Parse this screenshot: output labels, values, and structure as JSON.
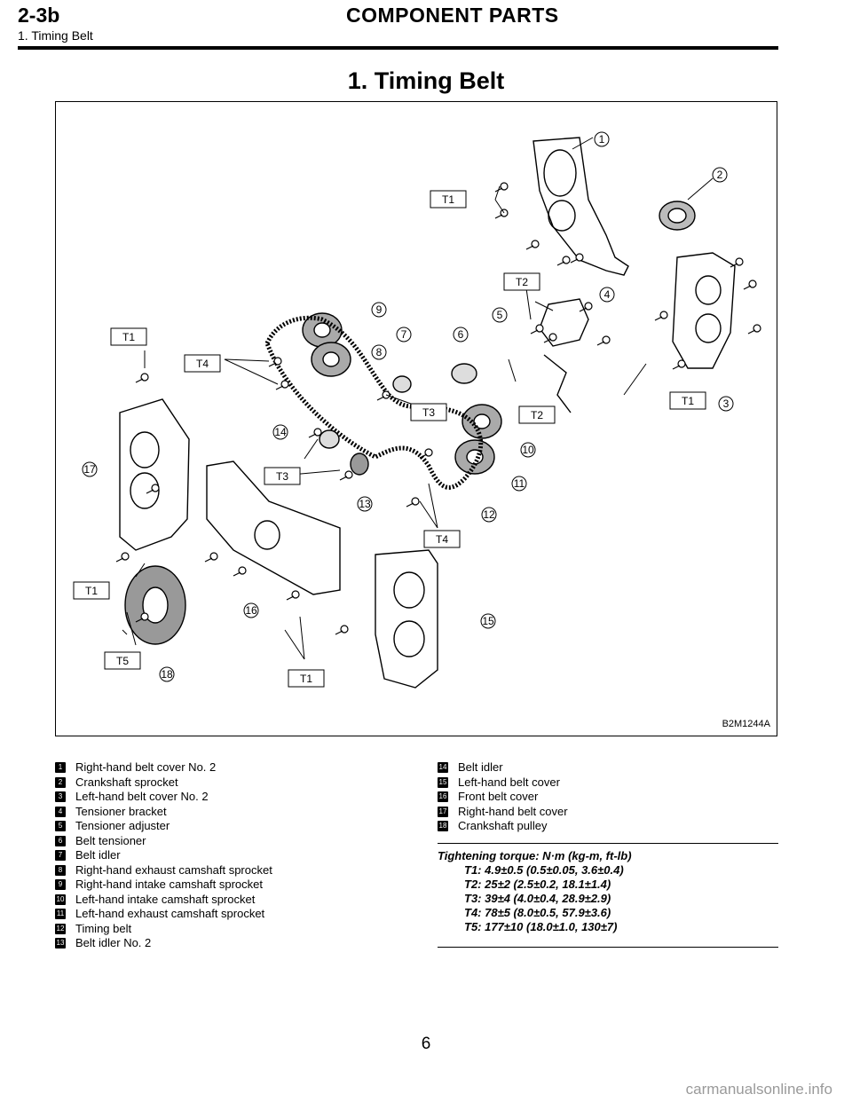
{
  "header": {
    "section": "2-3b",
    "title": "COMPONENT PARTS",
    "subtitle": "1. Timing Belt"
  },
  "page_title": "1. Timing Belt",
  "figure": {
    "code": "B2M1244A",
    "torque_tags": [
      "T1",
      "T2",
      "T3",
      "T4",
      "T5"
    ],
    "part_numbers": [
      "1",
      "2",
      "3",
      "4",
      "5",
      "6",
      "7",
      "8",
      "9",
      "10",
      "11",
      "12",
      "13",
      "14",
      "15",
      "16",
      "17",
      "18"
    ]
  },
  "legend": [
    {
      "num": "1",
      "text": "Right-hand belt cover No. 2"
    },
    {
      "num": "2",
      "text": "Crankshaft sprocket"
    },
    {
      "num": "3",
      "text": "Left-hand belt cover No. 2"
    },
    {
      "num": "4",
      "text": "Tensioner bracket"
    },
    {
      "num": "5",
      "text": "Tensioner adjuster"
    },
    {
      "num": "6",
      "text": "Belt tensioner"
    },
    {
      "num": "7",
      "text": "Belt idler"
    },
    {
      "num": "8",
      "text": "Right-hand exhaust camshaft sprocket"
    },
    {
      "num": "9",
      "text": "Right-hand intake camshaft sprocket"
    },
    {
      "num": "10",
      "text": "Left-hand intake camshaft sprocket"
    },
    {
      "num": "11",
      "text": "Left-hand exhaust camshaft sprocket"
    },
    {
      "num": "12",
      "text": "Timing belt"
    },
    {
      "num": "13",
      "text": "Belt idler No. 2"
    },
    {
      "num": "14",
      "text": "Belt idler"
    },
    {
      "num": "15",
      "text": "Left-hand belt cover"
    },
    {
      "num": "16",
      "text": "Front belt cover"
    },
    {
      "num": "17",
      "text": "Right-hand belt cover"
    },
    {
      "num": "18",
      "text": "Crankshaft pulley"
    }
  ],
  "torque": {
    "heading": "Tightening torque: N·m (kg-m, ft-lb)",
    "lines": [
      "T1: 4.9±0.5 (0.5±0.05, 3.6±0.4)",
      "T2: 25±2 (2.5±0.2, 18.1±1.4)",
      "T3: 39±4 (4.0±0.4, 28.9±2.9)",
      "T4: 78±5 (8.0±0.5, 57.9±3.6)",
      "T5: 177±10 (18.0±1.0, 130±7)"
    ]
  },
  "page_number": "6",
  "watermark": "carmanualsonline.info"
}
